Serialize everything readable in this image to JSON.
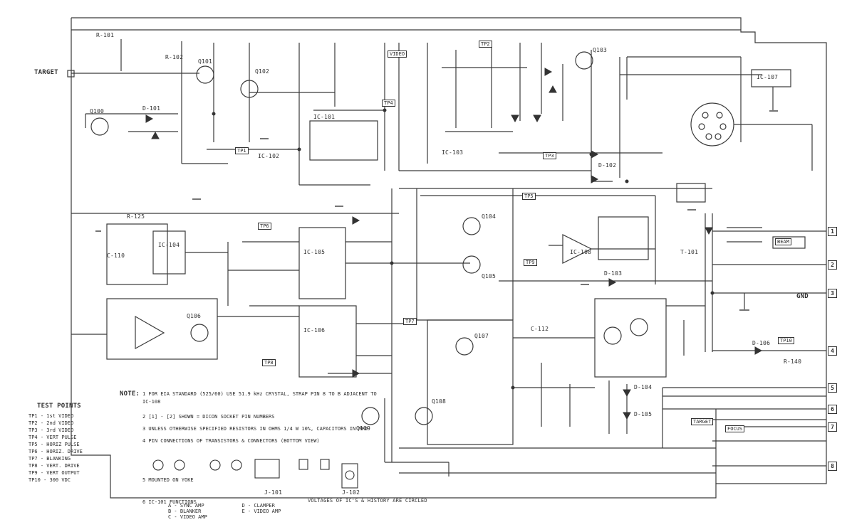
{
  "connectors": {
    "target": "TARGET",
    "gnd": "GND"
  },
  "terminals": [
    "1",
    "2",
    "3",
    "4",
    "5",
    "6",
    "7",
    "8"
  ],
  "section_boxes": [
    "VIDEO",
    "TP1",
    "TP2",
    "TP3",
    "TP4",
    "TP5",
    "TP6",
    "TP7",
    "TP8",
    "TP9",
    "TP10",
    "BEAM",
    "TARGET",
    "FOCUS"
  ],
  "component_labels": [
    "Q100",
    "Q101",
    "Q102",
    "Q103",
    "Q104",
    "Q105",
    "Q106",
    "Q107",
    "Q108",
    "Q109",
    "IC-101",
    "IC-102",
    "IC-103",
    "IC-104",
    "IC-105",
    "IC-106",
    "IC-107",
    "IC-108",
    "T-101",
    "D-101",
    "D-102",
    "D-103",
    "D-104",
    "D-105",
    "D-106",
    "J-101",
    "J-102",
    "C-110",
    "C-112",
    "R-101",
    "R-102",
    "R-125",
    "R-140"
  ],
  "test_points": {
    "title": "TEST POINTS",
    "items": [
      "TP1 - 1st VIDEO",
      "TP2 - 2nd VIDEO",
      "TP3 - 3rd VIDEO",
      "TP4 - VERT PULSE",
      "TP5 - HORIZ PULSE",
      "TP6 - HORIZ. DRIVE",
      "TP7 - BLANKING",
      "TP8 - VERT. DRIVE",
      "TP9 - VERT OUTPUT",
      "TP10 - 300 VDC"
    ]
  },
  "notes": {
    "title": "NOTE:",
    "items": [
      "1  FOR EIA STANDARD (525/60) USE 51.9 kHz CRYSTAL, STRAP PIN 8 TO B ADJACENT TO IC-108",
      "2  [1] - [2]  SHOWN = DICON SOCKET PIN NUMBERS",
      "3  UNLESS OTHERWISE SPECIFIED RESISTORS IN OHMS 1/4 W 10%, CAPACITORS IN MFD",
      "4  PIN CONNECTIONS OF TRANSISTORS & CONNECTORS (BOTTOM VIEW)",
      "5  MOUNTED ON YOKE",
      "6  IC-101 FUNCTIONS"
    ],
    "ic_functions": [
      "A - SYNC AMP",
      "B - BLANKER",
      "C - VIDEO AMP",
      "D - CLAMPER",
      "E - VIDEO AMP"
    ],
    "footer": "VOLTAGES OF IC'S & HISTORY ARE CIRCLED"
  }
}
